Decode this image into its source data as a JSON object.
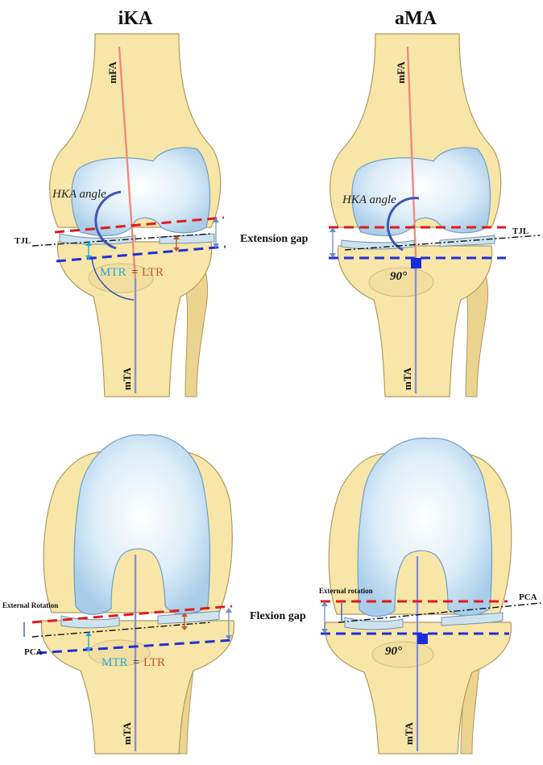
{
  "titles": {
    "left": "iKA",
    "right": "aMA"
  },
  "axes": {
    "mfa": "mFA",
    "mta": "mTA",
    "tjl": "TJL",
    "pca": "PCA"
  },
  "labels": {
    "hka_angle": "HKA angle",
    "mtr": "MTR",
    "equals": "=",
    "ltr": "LTR",
    "extension_gap": "Extension gap",
    "flexion_gap": "Flexion gap",
    "ninety": "90°",
    "external_rotation_upper": "External Rotation",
    "external_rotation_lower": "External rotation"
  },
  "colors": {
    "red_line": "#e01b1b",
    "blue_line": "#1f2fd6",
    "mfa_line": "#f08a7c",
    "mta_line": "#8a8fd6",
    "mtr_text": "#27a7d8",
    "ltr_text": "#c0562a",
    "hka_arc": "#3d56b8",
    "square": "#1a2bd9"
  }
}
